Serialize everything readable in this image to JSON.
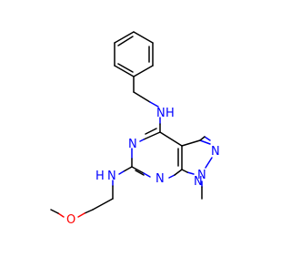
{
  "molecule": {
    "colors": {
      "bond": "#000000",
      "nitrogen": "#0000ff",
      "oxygen": "#ff0000",
      "background": "#ffffff"
    },
    "atom_labels": {
      "n_benzylamine": "N",
      "h_benzylamine": "H",
      "n_ring_left": "N",
      "n_ring_right": "N",
      "n_ring_bottom": "N",
      "n_pyrazole": "N",
      "n_methyl": "N",
      "n_methoxyethylamine": "N",
      "h_methoxyethylamine": "H",
      "o_methoxy": "O"
    }
  }
}
